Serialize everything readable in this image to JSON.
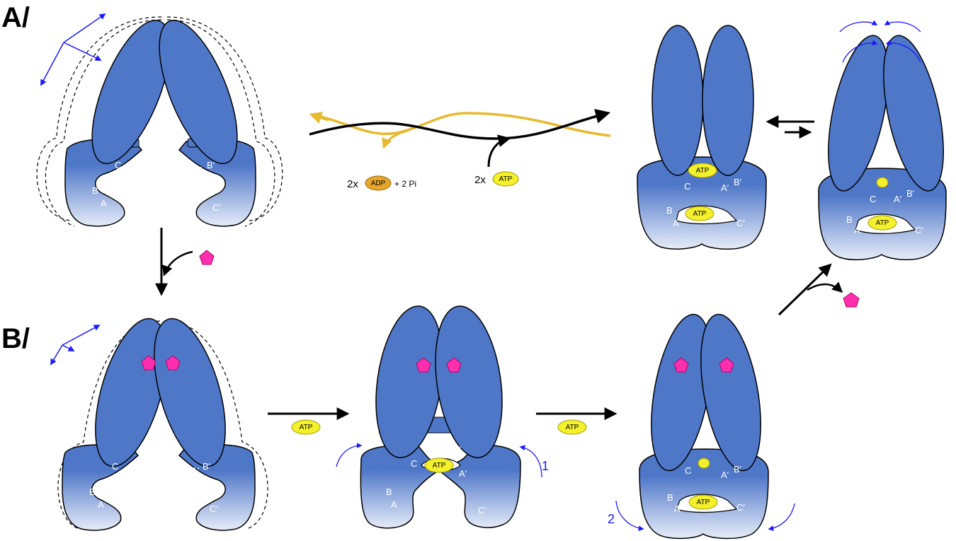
{
  "panels": {
    "a": "A/",
    "b": "B/"
  },
  "sites": {
    "A": "A",
    "B": "B",
    "C": "C",
    "Ap": "A′",
    "Bp": "B′",
    "Cp": "C′"
  },
  "molecules": {
    "atp": "ATP",
    "adp": "ADP"
  },
  "reaction": {
    "release_coef": "2x",
    "release_tail": "+ 2 Pi",
    "input_coef": "2x"
  },
  "steps": {
    "one": "1",
    "two": "2"
  },
  "colors": {
    "protein": "#4f77c8",
    "protein_light": "#dfe7f6",
    "atp": "#f4f12c",
    "adp": "#e8a52c",
    "drug": "#ff2fae",
    "dna_black": "#000000",
    "dna_yellow": "#e7b92f",
    "motion": "#1a1aff"
  }
}
